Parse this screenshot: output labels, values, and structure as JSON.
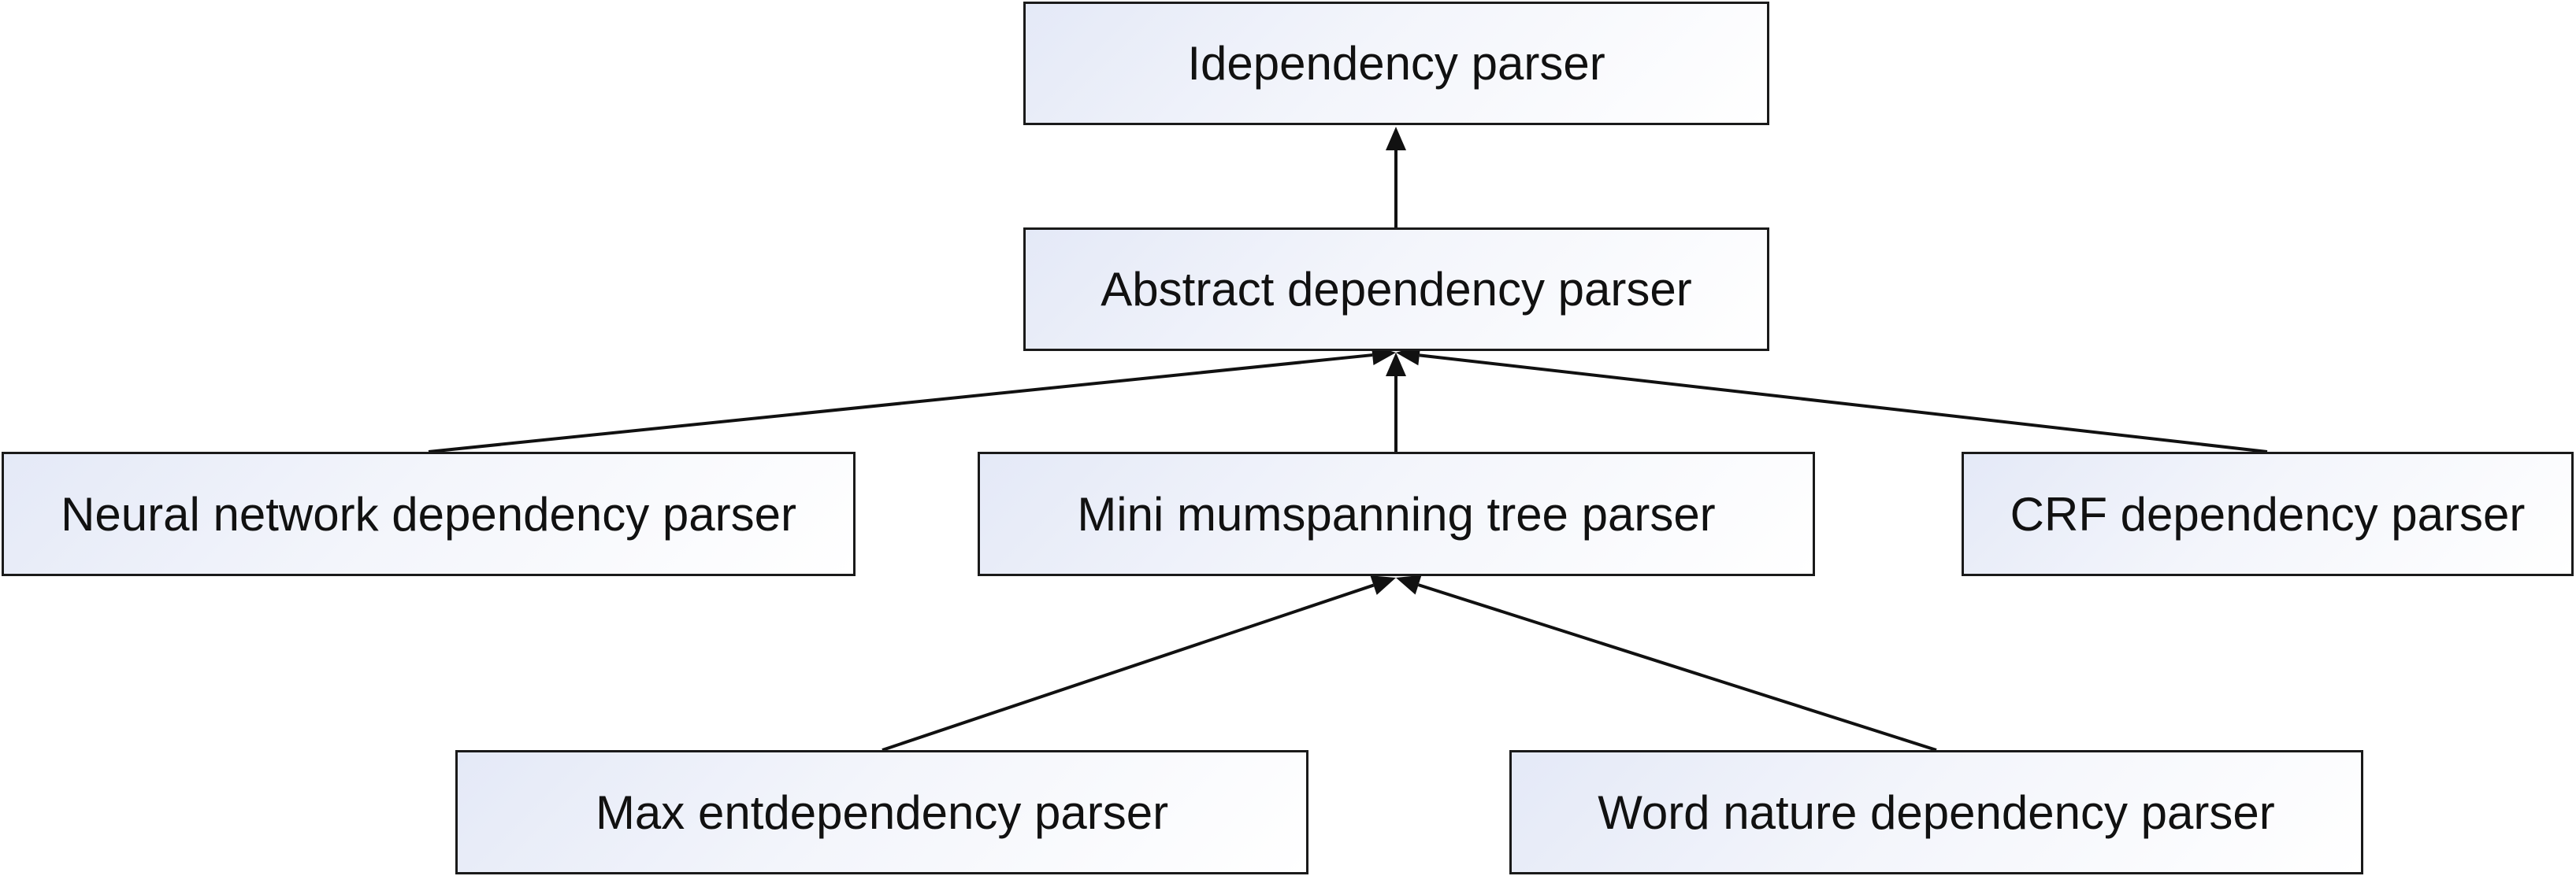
{
  "diagram": {
    "nodes": {
      "idependency": "Idependency parser",
      "abstract": "Abstract dependency parser",
      "neural": "Neural network dependency parser",
      "mst": "Mini mumspanning tree parser",
      "crf": "CRF dependency parser",
      "maxent": "Max entdependency parser",
      "wordnature": "Word nature dependency parser"
    },
    "edges": [
      {
        "from": "abstract",
        "to": "idependency"
      },
      {
        "from": "neural",
        "to": "abstract"
      },
      {
        "from": "mst",
        "to": "abstract"
      },
      {
        "from": "crf",
        "to": "abstract"
      },
      {
        "from": "maxent",
        "to": "mst"
      },
      {
        "from": "wordnature",
        "to": "mst"
      }
    ]
  }
}
